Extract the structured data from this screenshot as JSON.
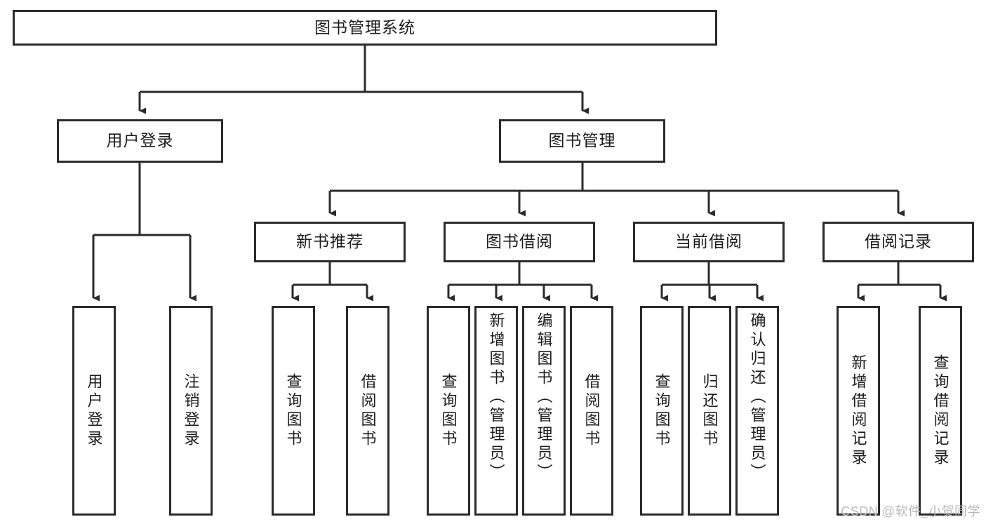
{
  "diagram": {
    "type": "tree-hierarchy",
    "title": "图书管理系统",
    "root": {
      "id": "root",
      "label": "图书管理系统",
      "orientation": "horizontal"
    },
    "level2": [
      {
        "id": "user-login",
        "label": "用户登录",
        "orientation": "horizontal"
      },
      {
        "id": "book-manage",
        "label": "图书管理",
        "orientation": "horizontal"
      }
    ],
    "level3": [
      {
        "id": "new-book-rec",
        "label": "新书推荐",
        "orientation": "horizontal",
        "parent": "book-manage"
      },
      {
        "id": "book-borrow",
        "label": "图书借阅",
        "orientation": "horizontal",
        "parent": "book-manage"
      },
      {
        "id": "current-borrow",
        "label": "当前借阅",
        "orientation": "horizontal",
        "parent": "book-manage"
      },
      {
        "id": "borrow-record",
        "label": "借阅记录",
        "orientation": "horizontal",
        "parent": "book-manage"
      }
    ],
    "leaves": [
      {
        "id": "leaf-user-login",
        "label": "用户登录",
        "parent": "user-login",
        "orientation": "vertical"
      },
      {
        "id": "leaf-user-logout",
        "label": "注销登录",
        "parent": "user-login",
        "orientation": "vertical"
      },
      {
        "id": "leaf-query-book-1",
        "label": "查询图书",
        "parent": "new-book-rec",
        "orientation": "vertical"
      },
      {
        "id": "leaf-borrow-book-1",
        "label": "借阅图书",
        "parent": "new-book-rec",
        "orientation": "vertical"
      },
      {
        "id": "leaf-query-book-2",
        "label": "查询图书",
        "parent": "book-borrow",
        "orientation": "vertical"
      },
      {
        "id": "leaf-add-book",
        "label": "新增图书（管理员）",
        "parent": "book-borrow",
        "orientation": "vertical"
      },
      {
        "id": "leaf-edit-book",
        "label": "编辑图书（管理员）",
        "parent": "book-borrow",
        "orientation": "vertical"
      },
      {
        "id": "leaf-borrow-book-2",
        "label": "借阅图书",
        "parent": "book-borrow",
        "orientation": "vertical"
      },
      {
        "id": "leaf-query-book-3",
        "label": "查询图书",
        "parent": "current-borrow",
        "orientation": "vertical"
      },
      {
        "id": "leaf-return-book",
        "label": "归还图书",
        "parent": "current-borrow",
        "orientation": "vertical"
      },
      {
        "id": "leaf-confirm-return",
        "label": "确认归还（管理员）",
        "parent": "current-borrow",
        "orientation": "vertical"
      },
      {
        "id": "leaf-add-record",
        "label": "新增借阅记录",
        "parent": "borrow-record",
        "orientation": "vertical"
      },
      {
        "id": "leaf-query-record",
        "label": "查询借阅记录",
        "parent": "borrow-record",
        "orientation": "vertical"
      }
    ],
    "colors": {
      "stroke": "#2b2b2b",
      "fill": "#ffffff",
      "text": "#1d1d1d",
      "watermark": "#b9b9b9"
    }
  },
  "watermark": {
    "text": "CSDN @软件_小贺同学"
  }
}
